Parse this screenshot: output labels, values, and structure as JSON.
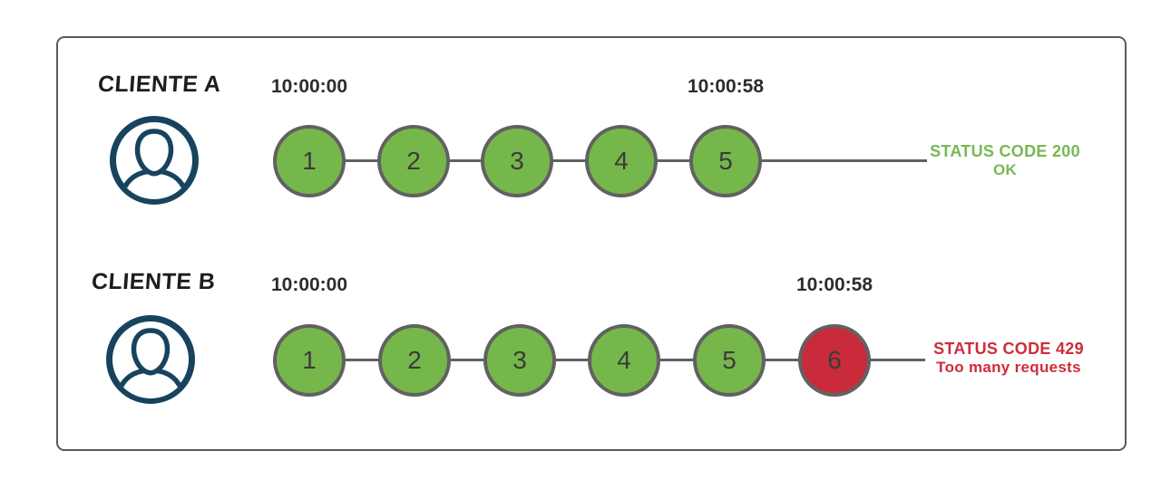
{
  "icons": {
    "avatar": "user-avatar-icon"
  },
  "colors": {
    "success_green": "#76b74b",
    "rejected_red": "#c92b3a",
    "status_ok_text": "#77b854",
    "status_error_text": "#d02c3a",
    "line_gray": "#616161",
    "frame_border": "#5a5a5a",
    "avatar_navy": "#17435f"
  },
  "rows": [
    {
      "client": "CLIENTE A",
      "time_start": "10:00:00",
      "time_end": "10:00:58",
      "requests": [
        {
          "n": "1",
          "state": "success"
        },
        {
          "n": "2",
          "state": "success"
        },
        {
          "n": "3",
          "state": "success"
        },
        {
          "n": "4",
          "state": "success"
        },
        {
          "n": "5",
          "state": "success"
        }
      ],
      "status": {
        "code": "STATUS CODE 200",
        "message": "OK"
      }
    },
    {
      "client": "CLIENTE B",
      "time_start": "10:00:00",
      "time_end": "10:00:58",
      "requests": [
        {
          "n": "1",
          "state": "success"
        },
        {
          "n": "2",
          "state": "success"
        },
        {
          "n": "3",
          "state": "success"
        },
        {
          "n": "4",
          "state": "success"
        },
        {
          "n": "5",
          "state": "success"
        },
        {
          "n": "6",
          "state": "rejected"
        }
      ],
      "status": {
        "code": "STATUS CODE 429",
        "message": "Too many requests"
      }
    }
  ]
}
